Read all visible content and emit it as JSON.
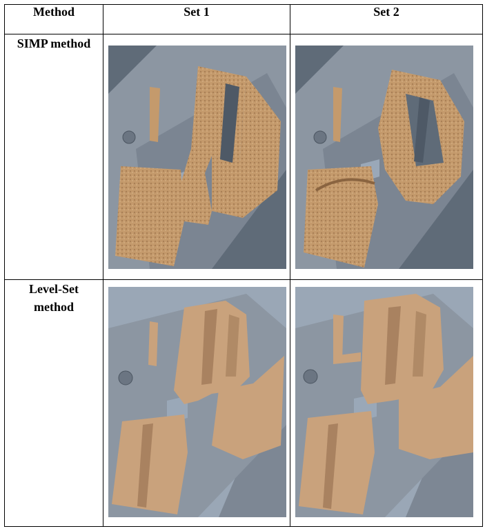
{
  "table": {
    "headers": [
      "Method",
      "Set 1",
      "Set 2"
    ],
    "rows": [
      {
        "label_lines": [
          "SIMP method"
        ]
      },
      {
        "label_lines": [
          "Level-Set",
          "method"
        ]
      }
    ]
  },
  "colors": {
    "background_grey": "#5f6b78",
    "plate_grey": "#8c96a2",
    "shadow_grey": "#4b5561",
    "material_simp": "#c49a6c",
    "material_levelset": "#c9a27c"
  }
}
